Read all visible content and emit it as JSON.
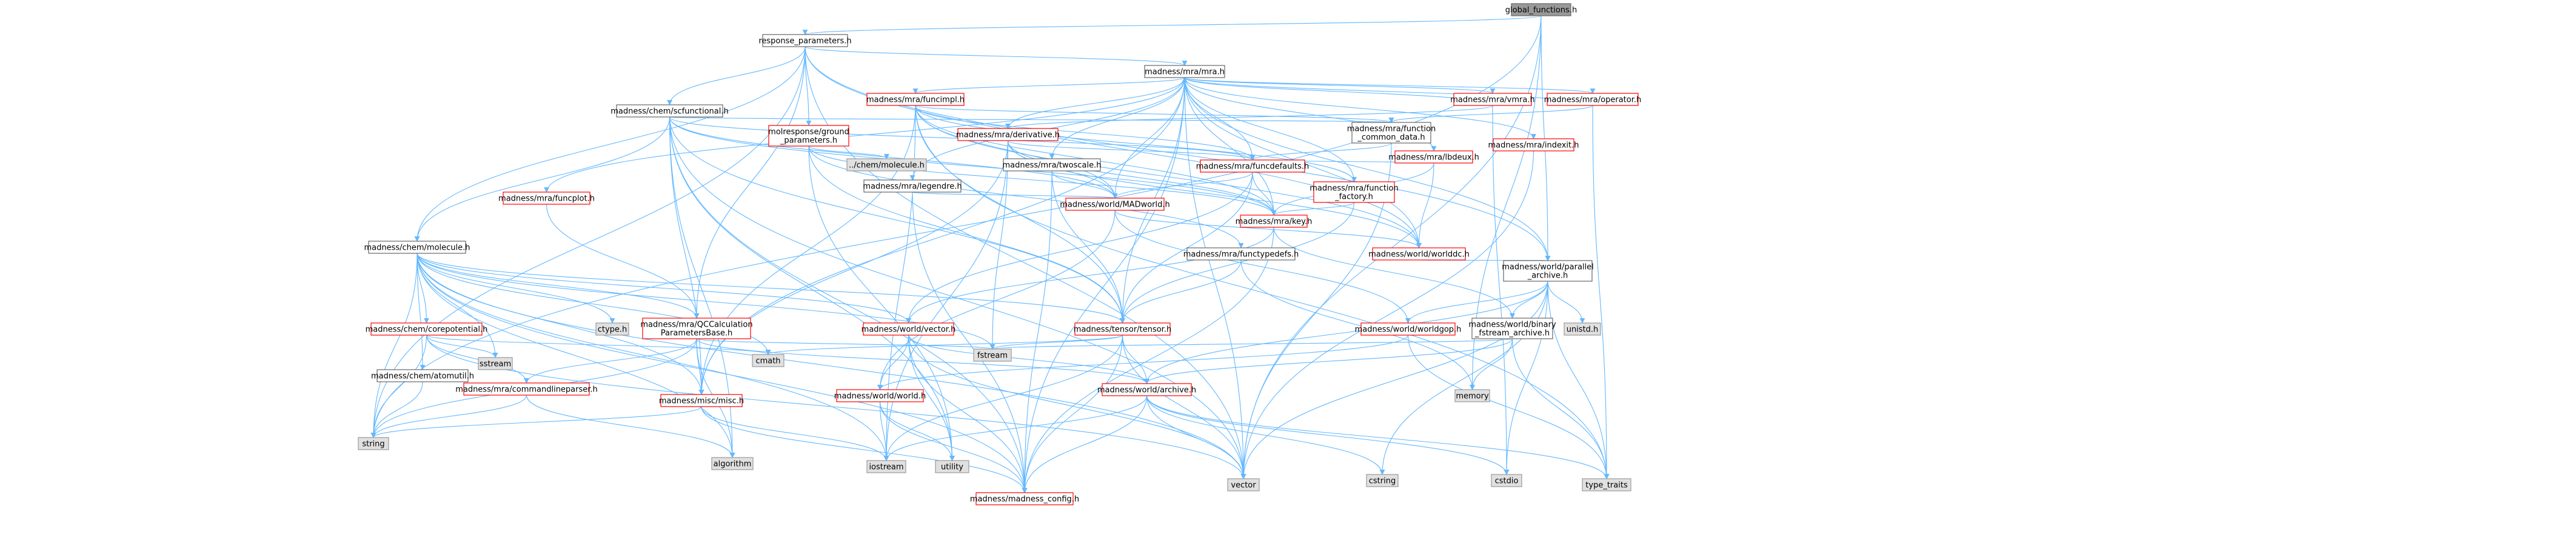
{
  "colors": {
    "root_fill": "#999999",
    "root_stroke": "#666666",
    "plain_fill": "#ffffff",
    "plain_stroke": "#999999",
    "link_stroke": "#ff0000",
    "edge_color": "#63b8ff"
  },
  "root": {
    "id": "global_functions",
    "label": "global_functions.h"
  },
  "nodes": [
    {
      "id": "global_functions",
      "lines": [
        "global_functions.h"
      ],
      "kind": "root"
    },
    {
      "id": "response_parameters",
      "lines": [
        "response_parameters.h"
      ],
      "kind": "plain"
    },
    {
      "id": "mra",
      "lines": [
        "madness/mra/mra.h"
      ],
      "kind": "plain"
    },
    {
      "id": "scfunctional",
      "lines": [
        "madness/chem/scfunctional.h"
      ],
      "kind": "plain"
    },
    {
      "id": "funcimpl",
      "lines": [
        "madness/mra/funcimpl.h"
      ],
      "kind": "link"
    },
    {
      "id": "vmra",
      "lines": [
        "madness/mra/vmra.h"
      ],
      "kind": "link"
    },
    {
      "id": "operator",
      "lines": [
        "madness/mra/operator.h"
      ],
      "kind": "link"
    },
    {
      "id": "ground_parameters",
      "lines": [
        "molresponse/ground",
        "_parameters.h"
      ],
      "kind": "link"
    },
    {
      "id": "derivative",
      "lines": [
        "madness/mra/derivative.h"
      ],
      "kind": "link"
    },
    {
      "id": "function_common_data",
      "lines": [
        "madness/mra/function",
        "_common_data.h"
      ],
      "kind": "plain"
    },
    {
      "id": "indexit",
      "lines": [
        "madness/mra/indexit.h"
      ],
      "kind": "link"
    },
    {
      "id": "chem_molecule_dots",
      "lines": [
        "../chem/molecule.h"
      ],
      "kind": "gray"
    },
    {
      "id": "legendre",
      "lines": [
        "madness/mra/legendre.h"
      ],
      "kind": "plain"
    },
    {
      "id": "twoscale",
      "lines": [
        "madness/mra/twoscale.h"
      ],
      "kind": "plain"
    },
    {
      "id": "funcdefaults",
      "lines": [
        "madness/mra/funcdefaults.h"
      ],
      "kind": "link"
    },
    {
      "id": "lbdeux",
      "lines": [
        "madness/mra/lbdeux.h"
      ],
      "kind": "link"
    },
    {
      "id": "function_factory",
      "lines": [
        "madness/mra/function",
        "_factory.h"
      ],
      "kind": "link"
    },
    {
      "id": "funcplot",
      "lines": [
        "madness/mra/funcplot.h"
      ],
      "kind": "link"
    },
    {
      "id": "madworld",
      "lines": [
        "madness/world/MADworld.h"
      ],
      "kind": "link"
    },
    {
      "id": "key",
      "lines": [
        "madness/mra/key.h"
      ],
      "kind": "link"
    },
    {
      "id": "functypedefs",
      "lines": [
        "madness/mra/functypedefs.h"
      ],
      "kind": "plain"
    },
    {
      "id": "worlddc",
      "lines": [
        "madness/world/worlddc.h"
      ],
      "kind": "link"
    },
    {
      "id": "parallel_archive",
      "lines": [
        "madness/world/parallel",
        "_archive.h"
      ],
      "kind": "plain"
    },
    {
      "id": "molecule",
      "lines": [
        "madness/chem/molecule.h"
      ],
      "kind": "plain"
    },
    {
      "id": "corepotential",
      "lines": [
        "madness/chem/corepotential.h"
      ],
      "kind": "link"
    },
    {
      "id": "ctype",
      "lines": [
        "ctype.h"
      ],
      "kind": "gray"
    },
    {
      "id": "qccalc",
      "lines": [
        "madness/mra/QCCalculation",
        "ParametersBase.h"
      ],
      "kind": "link"
    },
    {
      "id": "world_vector",
      "lines": [
        "madness/world/vector.h"
      ],
      "kind": "link"
    },
    {
      "id": "tensor",
      "lines": [
        "madness/tensor/tensor.h"
      ],
      "kind": "link"
    },
    {
      "id": "worldgop",
      "lines": [
        "madness/world/worldgop.h"
      ],
      "kind": "link"
    },
    {
      "id": "binary_fstream",
      "lines": [
        "madness/world/binary",
        "_fstream_archive.h"
      ],
      "kind": "plain"
    },
    {
      "id": "unistd",
      "lines": [
        "unistd.h"
      ],
      "kind": "gray"
    },
    {
      "id": "sstream",
      "lines": [
        "sstream"
      ],
      "kind": "gray"
    },
    {
      "id": "commandlineparser",
      "lines": [
        "madness/mra/commandlineparser.h"
      ],
      "kind": "link"
    },
    {
      "id": "cmath",
      "lines": [
        "cmath"
      ],
      "kind": "gray"
    },
    {
      "id": "atomutil",
      "lines": [
        "madness/chem/atomutil.h"
      ],
      "kind": "plain"
    },
    {
      "id": "misc",
      "lines": [
        "madness/misc/misc.h"
      ],
      "kind": "link"
    },
    {
      "id": "fstream",
      "lines": [
        "fstream"
      ],
      "kind": "gray"
    },
    {
      "id": "world",
      "lines": [
        "madness/world/world.h"
      ],
      "kind": "link"
    },
    {
      "id": "archive",
      "lines": [
        "madness/world/archive.h"
      ],
      "kind": "link"
    },
    {
      "id": "memory",
      "lines": [
        "memory"
      ],
      "kind": "gray"
    },
    {
      "id": "string",
      "lines": [
        "string"
      ],
      "kind": "gray"
    },
    {
      "id": "algorithm",
      "lines": [
        "algorithm"
      ],
      "kind": "gray"
    },
    {
      "id": "iostream",
      "lines": [
        "iostream"
      ],
      "kind": "gray"
    },
    {
      "id": "utility",
      "lines": [
        "utility"
      ],
      "kind": "gray"
    },
    {
      "id": "madness_config",
      "lines": [
        "madness/madness_config.h"
      ],
      "kind": "link"
    },
    {
      "id": "vector",
      "lines": [
        "vector"
      ],
      "kind": "gray"
    },
    {
      "id": "cstring",
      "lines": [
        "cstring"
      ],
      "kind": "gray"
    },
    {
      "id": "cstdio",
      "lines": [
        "cstdio"
      ],
      "kind": "gray"
    },
    {
      "id": "type_traits",
      "lines": [
        "type_traits"
      ],
      "kind": "gray"
    }
  ],
  "edges": [
    [
      "global_functions",
      "response_parameters"
    ],
    [
      "global_functions",
      "string"
    ],
    [
      "global_functions",
      "parallel_archive"
    ],
    [
      "global_functions",
      "memory"
    ],
    [
      "global_functions",
      "vector"
    ],
    [
      "response_parameters",
      "mra"
    ],
    [
      "response_parameters",
      "scfunctional"
    ],
    [
      "response_parameters",
      "ground_parameters"
    ],
    [
      "response_parameters",
      "molecule"
    ],
    [
      "response_parameters",
      "qccalc"
    ],
    [
      "response_parameters",
      "parallel_archive"
    ],
    [
      "response_parameters",
      "string"
    ],
    [
      "response_parameters",
      "worlddc"
    ],
    [
      "response_parameters",
      "vector"
    ],
    [
      "mra",
      "funcimpl"
    ],
    [
      "mra",
      "vmra"
    ],
    [
      "mra",
      "operator"
    ],
    [
      "mra",
      "derivative"
    ],
    [
      "mra",
      "legendre"
    ],
    [
      "mra",
      "twoscale"
    ],
    [
      "mra",
      "funcdefaults"
    ],
    [
      "mra",
      "lbdeux"
    ],
    [
      "mra",
      "function_factory"
    ],
    [
      "mra",
      "funcplot"
    ],
    [
      "mra",
      "madworld"
    ],
    [
      "mra",
      "key"
    ],
    [
      "mra",
      "indexit"
    ],
    [
      "mra",
      "tensor"
    ],
    [
      "mra",
      "misc"
    ],
    [
      "mra",
      "parallel_archive"
    ],
    [
      "mra",
      "worlddc"
    ],
    [
      "mra",
      "vector"
    ],
    [
      "mra",
      "madness_config"
    ],
    [
      "scfunctional",
      "madworld"
    ],
    [
      "scfunctional",
      "function_common_data"
    ],
    [
      "scfunctional",
      "funcdefaults"
    ],
    [
      "scfunctional",
      "tensor"
    ],
    [
      "scfunctional",
      "key"
    ],
    [
      "scfunctional",
      "misc"
    ],
    [
      "scfunctional",
      "vector"
    ],
    [
      "scfunctional",
      "algorithm"
    ],
    [
      "scfunctional",
      "utility"
    ],
    [
      "scfunctional",
      "madness_config"
    ],
    [
      "scfunctional",
      "molecule"
    ],
    [
      "funcimpl",
      "function_common_data"
    ],
    [
      "funcimpl",
      "funcdefaults"
    ],
    [
      "funcimpl",
      "function_factory"
    ],
    [
      "funcimpl",
      "madworld"
    ],
    [
      "funcimpl",
      "key"
    ],
    [
      "funcimpl",
      "misc"
    ],
    [
      "funcimpl",
      "tensor"
    ],
    [
      "funcimpl",
      "iostream"
    ],
    [
      "funcimpl",
      "type_traits"
    ],
    [
      "funcimpl",
      "worlddc"
    ],
    [
      "vmra",
      "mra"
    ],
    [
      "vmra",
      "derivative"
    ],
    [
      "vmra",
      "cstdio"
    ],
    [
      "operator",
      "mra"
    ],
    [
      "operator",
      "function_common_data"
    ],
    [
      "operator",
      "type_traits"
    ],
    [
      "ground_parameters",
      "chem_molecule_dots"
    ],
    [
      "ground_parameters",
      "tensor"
    ],
    [
      "ground_parameters",
      "key"
    ],
    [
      "ground_parameters",
      "functypedefs"
    ],
    [
      "ground_parameters",
      "utility"
    ],
    [
      "derivative",
      "madworld"
    ],
    [
      "derivative",
      "funcdefaults"
    ],
    [
      "derivative",
      "key"
    ],
    [
      "derivative",
      "worlddc"
    ],
    [
      "derivative",
      "iostream"
    ],
    [
      "derivative",
      "fstream"
    ],
    [
      "derivative",
      "misc"
    ],
    [
      "function_common_data",
      "funcdefaults"
    ],
    [
      "function_common_data",
      "vector"
    ],
    [
      "indexit",
      "vector"
    ],
    [
      "legendre",
      "madworld"
    ],
    [
      "legendre",
      "madness_config"
    ],
    [
      "twoscale",
      "madworld"
    ],
    [
      "twoscale",
      "tensor"
    ],
    [
      "twoscale",
      "madness_config"
    ],
    [
      "funcdefaults",
      "madworld"
    ],
    [
      "funcdefaults",
      "key"
    ],
    [
      "funcdefaults",
      "tensor"
    ],
    [
      "funcdefaults",
      "world_vector"
    ],
    [
      "lbdeux",
      "funcdefaults"
    ],
    [
      "lbdeux",
      "key"
    ],
    [
      "lbdeux",
      "worlddc"
    ],
    [
      "function_factory",
      "key"
    ],
    [
      "function_factory",
      "tensor"
    ],
    [
      "funcplot",
      "qccalc"
    ],
    [
      "madworld",
      "worlddc"
    ],
    [
      "madworld",
      "worldgop"
    ],
    [
      "madworld",
      "world"
    ],
    [
      "key",
      "world_vector"
    ],
    [
      "key",
      "binary_fstream"
    ],
    [
      "key",
      "madness_config"
    ],
    [
      "functypedefs",
      "tensor"
    ],
    [
      "functypedefs",
      "memory"
    ],
    [
      "worlddc",
      "parallel_archive"
    ],
    [
      "parallel_archive",
      "archive"
    ],
    [
      "parallel_archive",
      "binary_fstream"
    ],
    [
      "parallel_archive",
      "worldgop"
    ],
    [
      "parallel_archive",
      "unistd"
    ],
    [
      "parallel_archive",
      "cstdio"
    ],
    [
      "parallel_archive",
      "cstring"
    ],
    [
      "parallel_archive",
      "vector"
    ],
    [
      "parallel_archive",
      "type_traits"
    ],
    [
      "molecule",
      "corepotential"
    ],
    [
      "molecule",
      "ctype"
    ],
    [
      "molecule",
      "qccalc"
    ],
    [
      "molecule",
      "world_vector"
    ],
    [
      "molecule",
      "tensor"
    ],
    [
      "molecule",
      "atomutil"
    ],
    [
      "molecule",
      "misc"
    ],
    [
      "molecule",
      "cmath"
    ],
    [
      "molecule",
      "fstream"
    ],
    [
      "molecule",
      "sstream"
    ],
    [
      "molecule",
      "string"
    ],
    [
      "molecule",
      "algorithm"
    ],
    [
      "molecule",
      "iostream"
    ],
    [
      "molecule",
      "vector"
    ],
    [
      "molecule",
      "madness_config"
    ],
    [
      "corepotential",
      "commandlineparser"
    ],
    [
      "corepotential",
      "sstream"
    ],
    [
      "corepotential",
      "cmath"
    ],
    [
      "corepotential",
      "vector"
    ],
    [
      "corepotential",
      "string"
    ],
    [
      "qccalc",
      "commandlineparser"
    ],
    [
      "qccalc",
      "misc"
    ],
    [
      "qccalc",
      "archive"
    ],
    [
      "qccalc",
      "fstream"
    ],
    [
      "qccalc",
      "string"
    ],
    [
      "qccalc",
      "algorithm"
    ],
    [
      "world_vector",
      "world"
    ],
    [
      "world_vector",
      "archive"
    ],
    [
      "world_vector",
      "madness_config"
    ],
    [
      "world_vector",
      "vector"
    ],
    [
      "world_vector",
      "utility"
    ],
    [
      "tensor",
      "archive"
    ],
    [
      "tensor",
      "madness_config"
    ],
    [
      "tensor",
      "vector"
    ],
    [
      "tensor",
      "iostream"
    ],
    [
      "tensor",
      "cmath"
    ],
    [
      "tensor",
      "fstream"
    ],
    [
      "worldgop",
      "world"
    ],
    [
      "worldgop",
      "type_traits"
    ],
    [
      "binary_fstream",
      "archive"
    ],
    [
      "binary_fstream",
      "fstream"
    ],
    [
      "binary_fstream",
      "memory"
    ],
    [
      "binary_fstream",
      "type_traits"
    ],
    [
      "commandlineparser",
      "string"
    ],
    [
      "commandlineparser",
      "algorithm"
    ],
    [
      "atomutil",
      "string"
    ],
    [
      "misc",
      "madness_config"
    ],
    [
      "misc",
      "iostream"
    ],
    [
      "misc",
      "string"
    ],
    [
      "world",
      "madness_config"
    ],
    [
      "world",
      "iostream"
    ],
    [
      "world",
      "utility"
    ],
    [
      "archive",
      "madness_config"
    ],
    [
      "archive",
      "vector"
    ],
    [
      "archive",
      "iostream"
    ],
    [
      "archive",
      "cstring"
    ],
    [
      "archive",
      "cstdio"
    ],
    [
      "archive",
      "type_traits"
    ]
  ]
}
